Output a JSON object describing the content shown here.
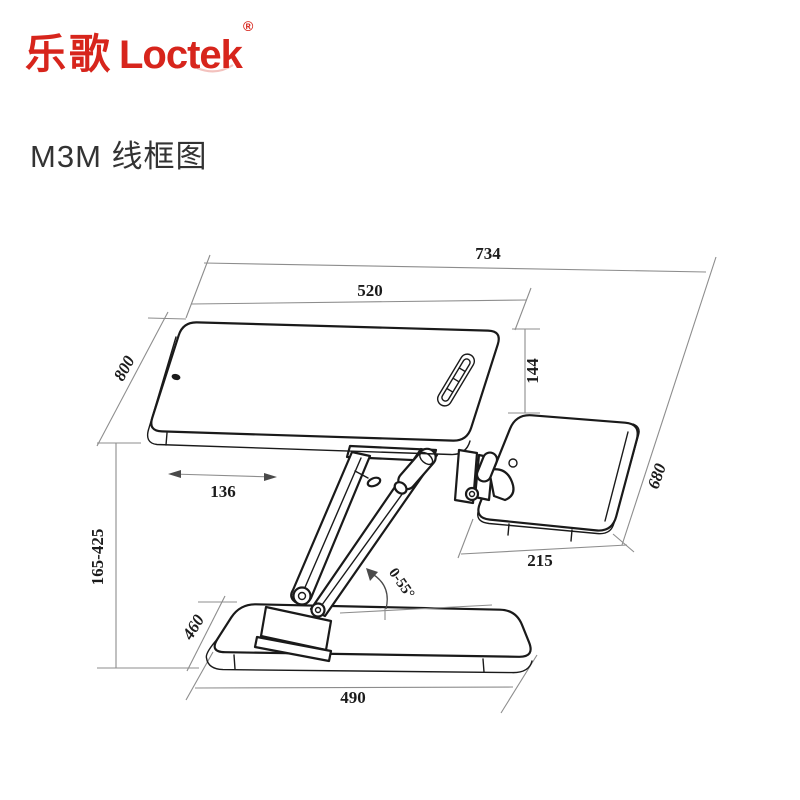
{
  "logo": {
    "cn": "乐歌",
    "en": "Loctek",
    "reg": "®"
  },
  "title": "M3M 线框图",
  "colors": {
    "brand_red": "#d7251c",
    "drawing_line": "#1a1a1a",
    "dimension_line": "#8d8d8d",
    "title_text": "#333333"
  },
  "dimensions": {
    "overall_width": "734",
    "worktop_width": "520",
    "worktop_depth": "800",
    "worktop_to_tray_drop": "144",
    "slide_offset": "136",
    "overall_depth": "680",
    "tray_depth": "215",
    "height_range": "165-425",
    "tilt_angle": "0-55°",
    "base_depth": "460",
    "base_width": "490"
  }
}
